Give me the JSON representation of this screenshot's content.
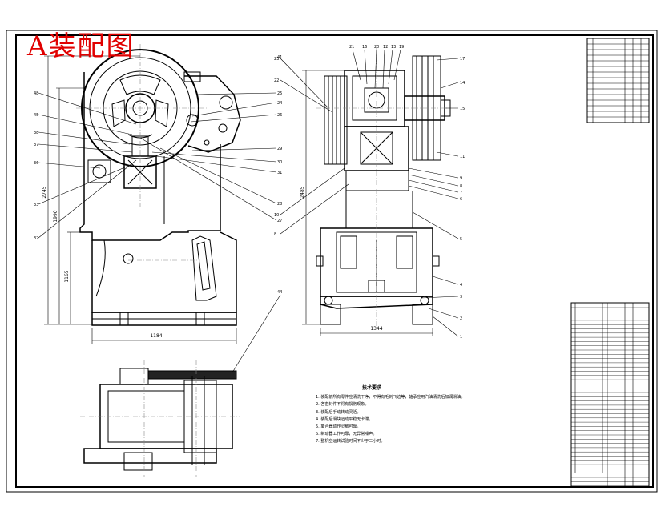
{
  "drawing": {
    "title": "A装配图",
    "dimensions": {
      "overall_width_side": "1184",
      "overall_width_front": "1344",
      "height_total": "2745",
      "height_mid": "1990",
      "height_low": "1165",
      "height_front": "2485"
    },
    "tech_requirements": {
      "title": "技术要求",
      "items": [
        "1. 装配前所有零件应清洗干净，不得有毛刺飞边等，轴承应用汽油清洗后加润滑油。",
        "2. 各密封件不得有损伤现象。",
        "3. 装配后手动转动灵活。",
        "4. 装配后滑块运动平稳无卡滞。",
        "5. 离合器动作灵敏可靠。",
        "6. 制动器工作可靠，无异常噪声。",
        "7. 整机空运转试验时间不少于二小时。"
      ]
    },
    "balloons_side_left": [
      "48",
      "45",
      "38",
      "37",
      "36",
      "33",
      "32"
    ],
    "balloons_side_right": [
      "25",
      "24",
      "26",
      "29",
      "30",
      "31",
      "28",
      "27",
      "41"
    ],
    "balloons_front_top": [
      "21",
      "16",
      "20",
      "12",
      "13",
      "19"
    ],
    "balloons_front_left": [
      "23",
      "22",
      "10",
      "8"
    ],
    "balloons_front_right": [
      "17",
      "14",
      "15",
      "11",
      "9",
      "8",
      "7",
      "6",
      "5",
      "4",
      "3",
      "2",
      "1"
    ],
    "balloon_leader": "44"
  }
}
